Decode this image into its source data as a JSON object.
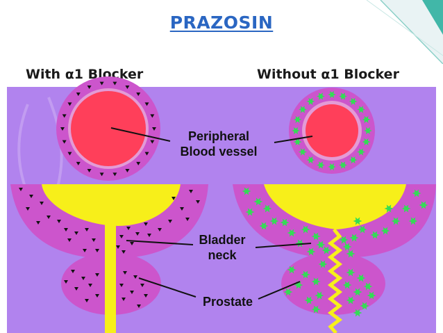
{
  "title": "PRAZOSIN",
  "headings": {
    "left": "With α1  Blocker",
    "right": "Without α1  Blocker"
  },
  "labels": {
    "vessel_line1": "Peripheral",
    "vessel_line2": "Blood vessel",
    "bladder_line1": "Bladder",
    "bladder_line2": "neck",
    "prostate": "Prostate"
  },
  "colors": {
    "title": "#2a66c2",
    "panel_background": "#b788f0",
    "tissue": "#cc55cc",
    "blood": "#ff3f5a",
    "bladder_lumen": "#f7ef1a",
    "receptor_blocked": "#111111",
    "receptor_active": "#33dd55",
    "accent_teal": "#2aa8a0"
  }
}
